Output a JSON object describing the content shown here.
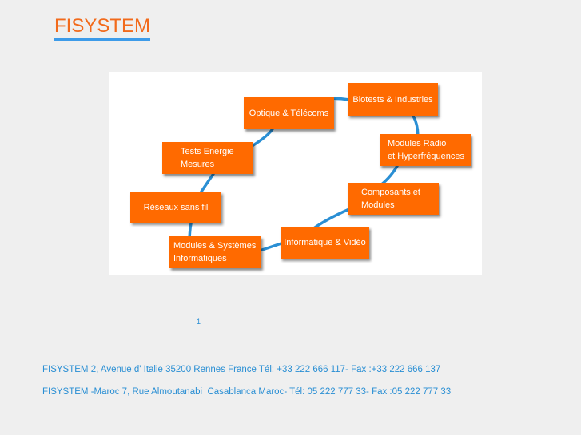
{
  "header": {
    "logo": "FISYSTEM"
  },
  "diagram": {
    "nodes": [
      {
        "line1": "Optique & Télécoms",
        "line2": ""
      },
      {
        "line1": "Biotests & Industries",
        "line2": ""
      },
      {
        "line1": "Modules Radio",
        "line2": "et Hyperfréquences"
      },
      {
        "line1": "Composants et",
        "line2": "Modules"
      },
      {
        "line1": "Informatique & Vidéo",
        "line2": ""
      },
      {
        "line1": "Modules & Systèmes",
        "line2": "Informatiques"
      },
      {
        "line1": "Réseaux sans fil",
        "line2": ""
      },
      {
        "line1": "Tests Energie",
        "line2": "Mesures"
      }
    ],
    "colors": {
      "box": "#ff6a00",
      "connector": "#2a8fd4"
    }
  },
  "stray_char": "1",
  "footer": {
    "address_france": "FISYSTEM 2, Avenue d' Italie 35200 Rennes France Tél: +33 222 666 117- Fax :+33 222 666 137",
    "address_maroc": "FISYSTEM -Maroc 7, Rue Almoutanabi  Casablanca Maroc- Tél: 05 222 777 33- Fax :05 222 777 33"
  }
}
